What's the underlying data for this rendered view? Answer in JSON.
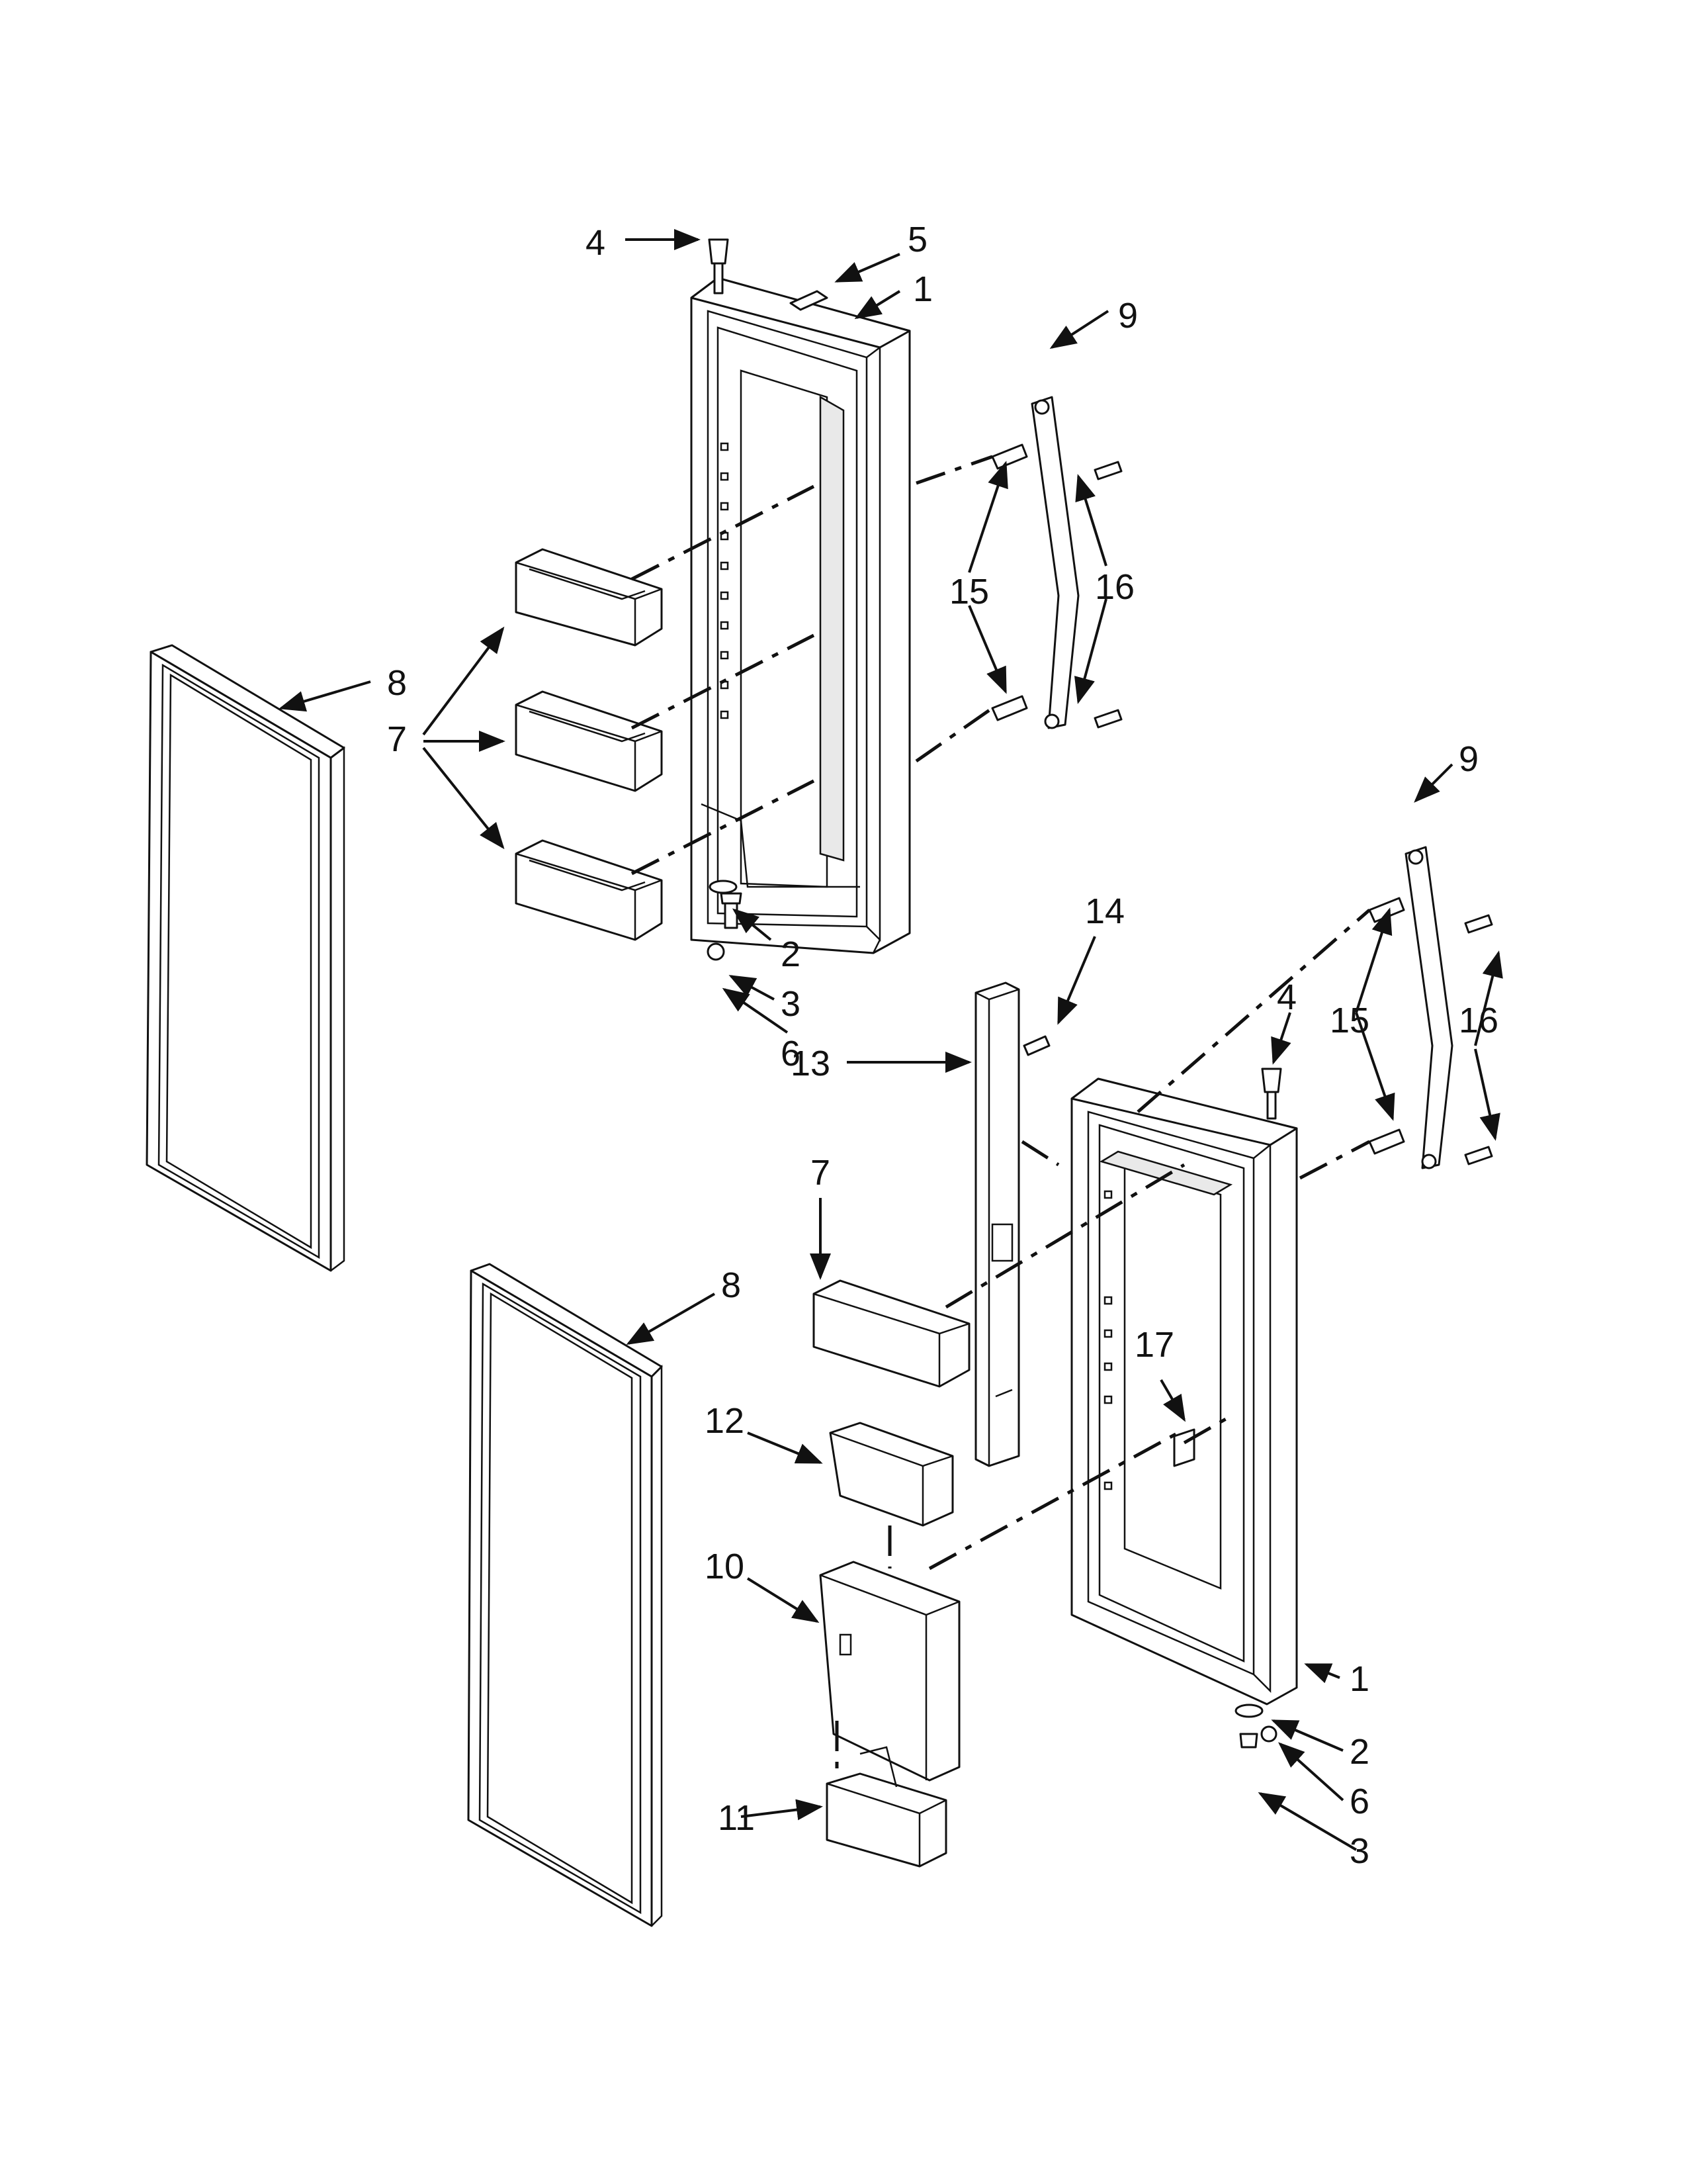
{
  "callouts": [
    {
      "id": "c4a",
      "text": "4"
    },
    {
      "id": "c5",
      "text": "5"
    },
    {
      "id": "c1a",
      "text": "1"
    },
    {
      "id": "c9a",
      "text": "9"
    },
    {
      "id": "c15a",
      "text": "15"
    },
    {
      "id": "c16a",
      "text": "16"
    },
    {
      "id": "c8a",
      "text": "8"
    },
    {
      "id": "c7a",
      "text": "7"
    },
    {
      "id": "c2a",
      "text": "2"
    },
    {
      "id": "c3a",
      "text": "3"
    },
    {
      "id": "c6a",
      "text": "6"
    },
    {
      "id": "c9b",
      "text": "9"
    },
    {
      "id": "c14",
      "text": "14"
    },
    {
      "id": "c4b",
      "text": "4"
    },
    {
      "id": "c15b",
      "text": "15"
    },
    {
      "id": "c16b",
      "text": "16"
    },
    {
      "id": "c13",
      "text": "13"
    },
    {
      "id": "c7b",
      "text": "7"
    },
    {
      "id": "c8b",
      "text": "8"
    },
    {
      "id": "c17",
      "text": "17"
    },
    {
      "id": "c12",
      "text": "12"
    },
    {
      "id": "c10",
      "text": "10"
    },
    {
      "id": "c1b",
      "text": "1"
    },
    {
      "id": "c2b",
      "text": "2"
    },
    {
      "id": "c6b",
      "text": "6"
    },
    {
      "id": "c11",
      "text": "11"
    },
    {
      "id": "c3b",
      "text": "3"
    }
  ]
}
